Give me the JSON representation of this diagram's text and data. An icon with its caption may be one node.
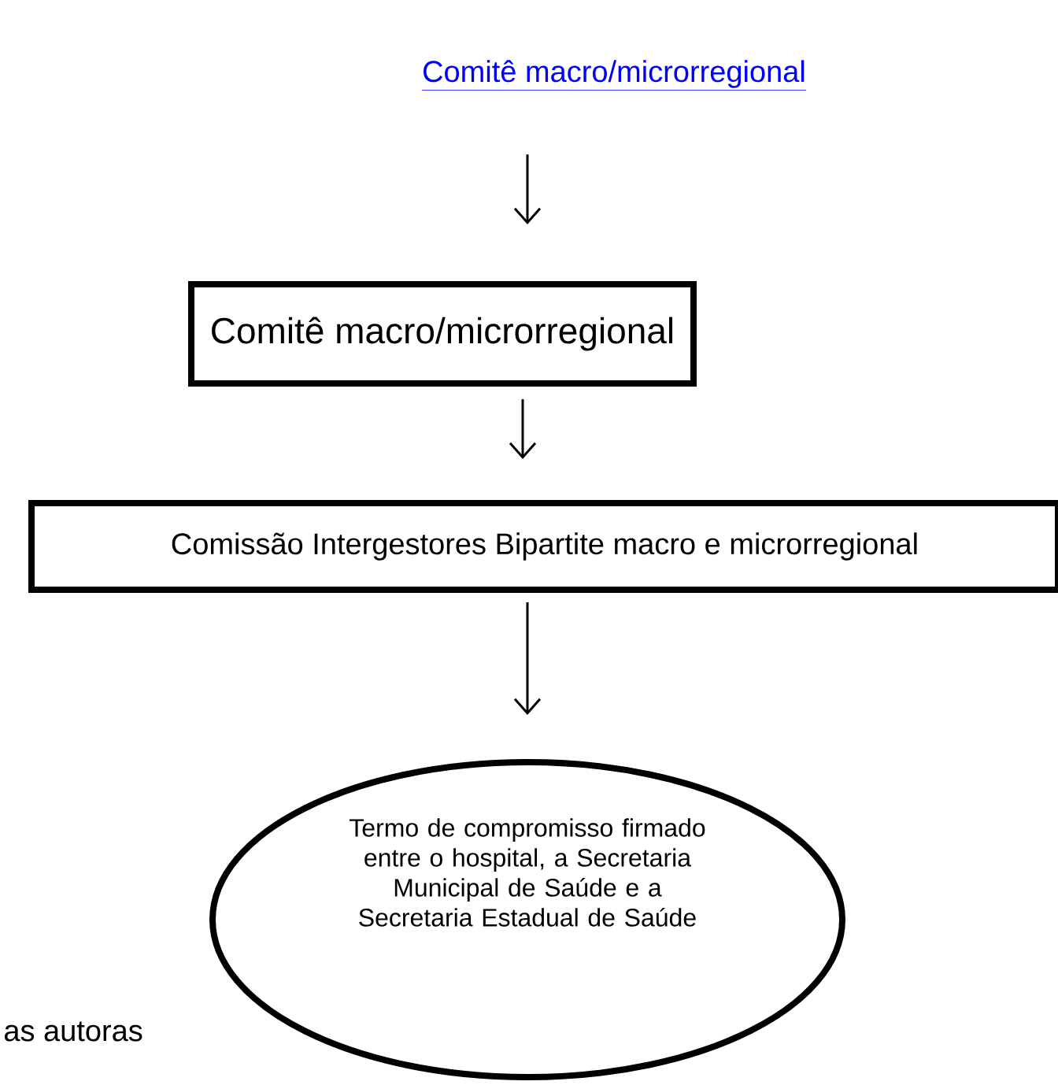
{
  "diagram": {
    "nodes": [
      {
        "text": [
          "Comitê macro/microrregional"
        ]
      },
      {
        "text": [
          "Comitê macro/microrregional"
        ]
      },
      {
        "text": [
          "Comissão Intergestores Bipartite macro e microrregional"
        ]
      },
      {
        "text": [
          "Termo de compromisso firmado entre o hospital, a Secretaria Municipal de Saúde e a Secretaria Estadual de Saúde"
        ]
      }
    ],
    "edges": [
      {
        "from": 0,
        "to": 1,
        "arrow": "to"
      },
      {
        "from": 1,
        "to": 2,
        "arrow": "to"
      },
      {
        "from": 2,
        "to": 3,
        "arrow": "to"
      }
    ],
    "labels": [
      "as autoras"
    ]
  }
}
